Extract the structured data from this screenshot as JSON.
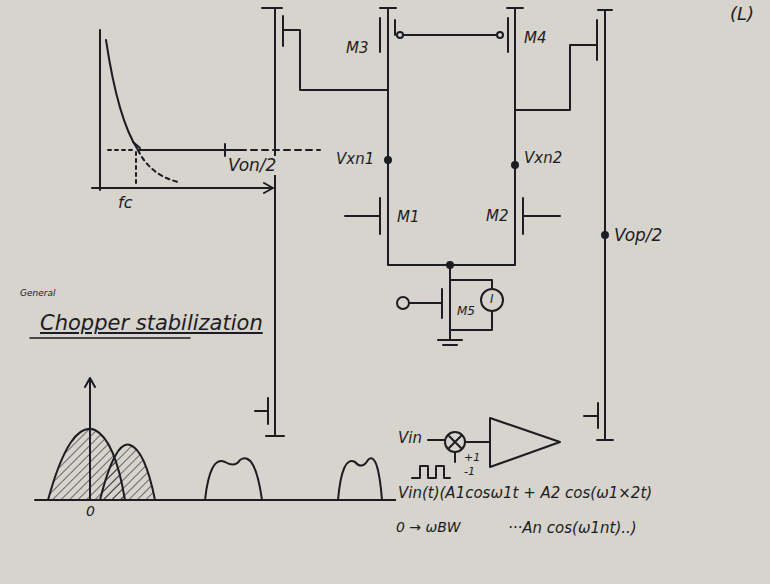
{
  "diagram": {
    "labels": [
      "(L)",
      "fc",
      "Von/2",
      "M3",
      "Vxn1",
      "M1",
      "M4",
      "Vxn2",
      "M2",
      "M5",
      "I",
      "Vop/2",
      "General",
      "Chopper stabilization",
      "0",
      "Vin",
      "+1",
      "-1",
      "Vin(t)(A1cosω1t + A2 cos(ω1×2t)",
      "0 → ωBW",
      "···An cos(ω1nt)..)"
    ]
  }
}
